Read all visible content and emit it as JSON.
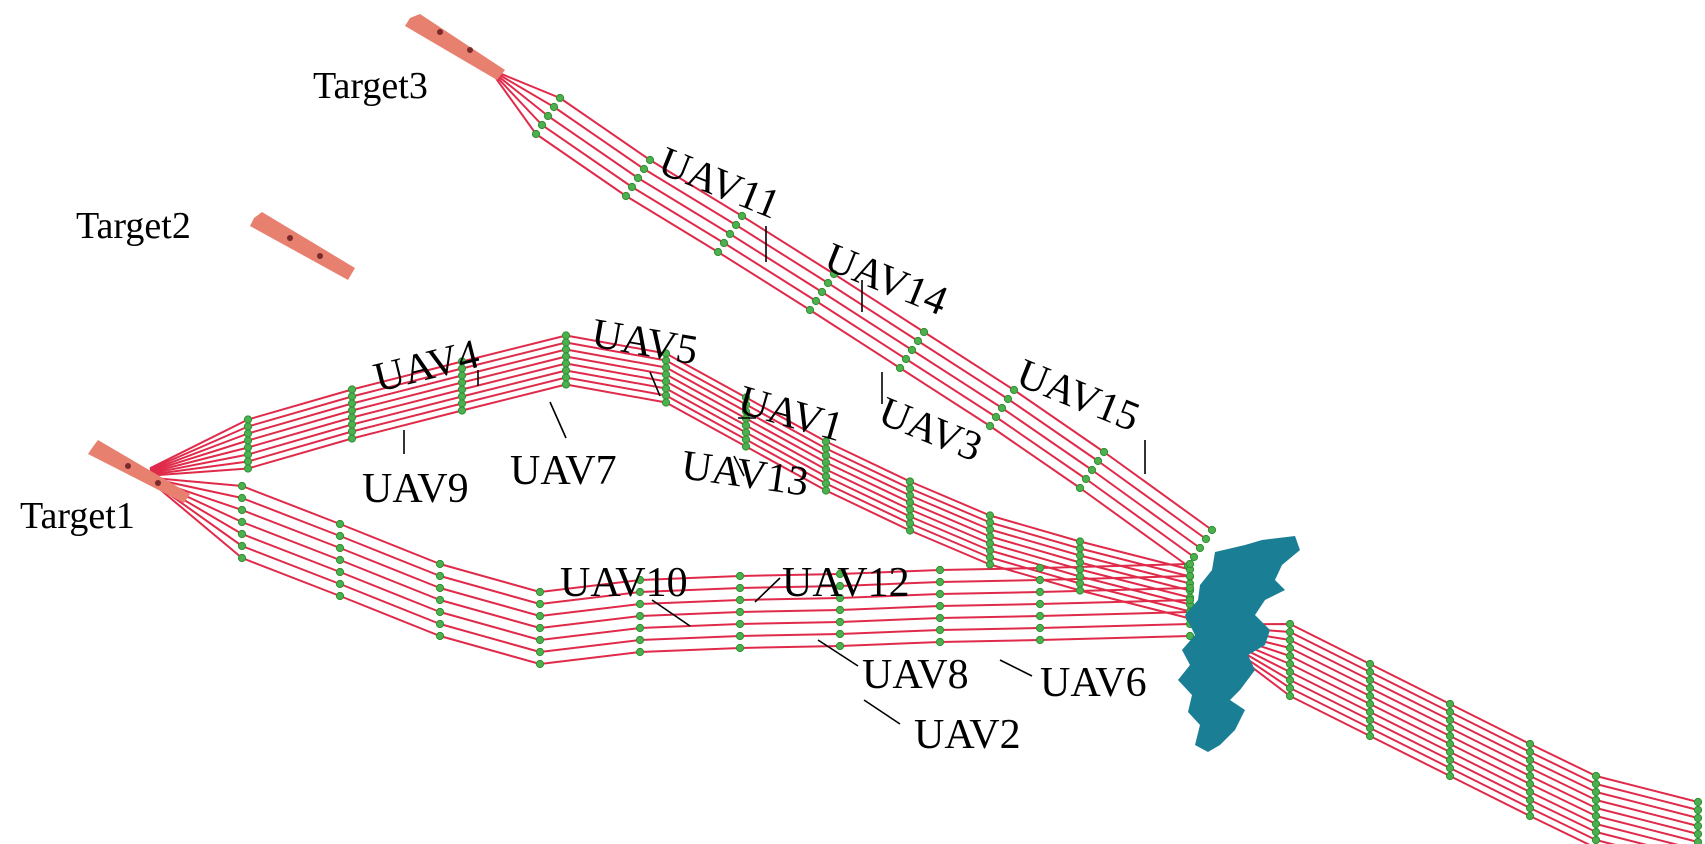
{
  "colors": {
    "path": "#e02a4a",
    "waypoint": "#4caf50",
    "target": "#e88070",
    "obstacle": "#1a7f95"
  },
  "targets": [
    {
      "id": "target1",
      "label": "Target1"
    },
    {
      "id": "target2",
      "label": "Target2"
    },
    {
      "id": "target3",
      "label": "Target3"
    }
  ],
  "uavs": [
    {
      "id": "uav1",
      "label": "UAV1"
    },
    {
      "id": "uav2",
      "label": "UAV2"
    },
    {
      "id": "uav3",
      "label": "UAV3"
    },
    {
      "id": "uav4",
      "label": "UAV4"
    },
    {
      "id": "uav5",
      "label": "UAV5"
    },
    {
      "id": "uav6",
      "label": "UAV6"
    },
    {
      "id": "uav7",
      "label": "UAV7"
    },
    {
      "id": "uav8",
      "label": "UAV8"
    },
    {
      "id": "uav9",
      "label": "UAV9"
    },
    {
      "id": "uav10",
      "label": "UAV10"
    },
    {
      "id": "uav11",
      "label": "UAV11"
    },
    {
      "id": "uav12",
      "label": "UAV12"
    },
    {
      "id": "uav13",
      "label": "UAV13"
    },
    {
      "id": "uav14",
      "label": "UAV14"
    },
    {
      "id": "uav15",
      "label": "UAV15"
    }
  ]
}
